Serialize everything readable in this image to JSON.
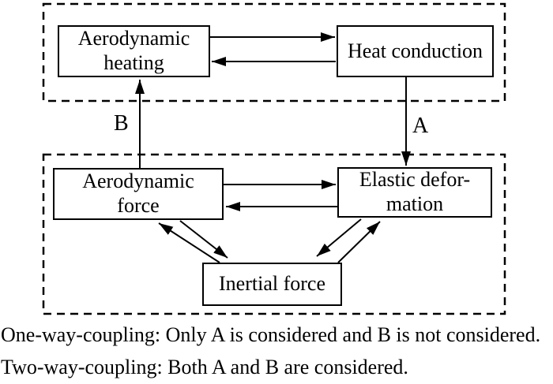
{
  "diagram": {
    "groups": {
      "thermal_group": "dashed-rectangle-top",
      "structural_group": "dashed-rectangle-bottom"
    },
    "boxes": {
      "aero_heating": {
        "line1": "Aerodynamic",
        "line2": "heating"
      },
      "heat_conduction": {
        "line1": "Heat conduction"
      },
      "aero_force": {
        "line1": "Aerodynamic",
        "line2": "force"
      },
      "elastic_deformation": {
        "line1": "Elastic defor-",
        "line2": "mation"
      },
      "inertial_force": {
        "line1": "Inertial force"
      }
    },
    "arrow_labels": {
      "a": "A",
      "b": "B"
    },
    "colors": {
      "stroke": "#000000",
      "background": "#ffffff"
    }
  },
  "caption": {
    "line1": "One-way-coupling: Only A is considered and B is not considered.",
    "line2": "Two-way-coupling: Both A and B are considered."
  }
}
